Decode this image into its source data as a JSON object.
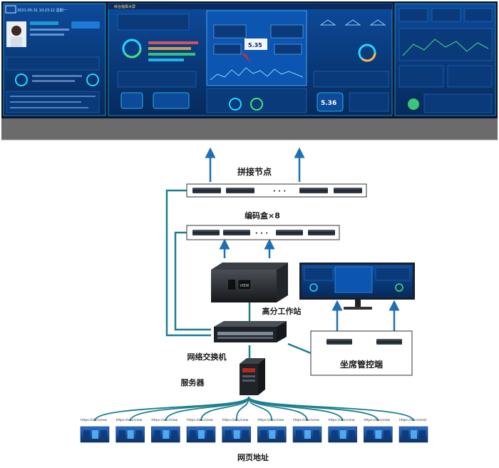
{
  "wall_screen": {
    "title_tag": "综合指挥大屏",
    "big_reading": "5.36",
    "small_reading": "5.35",
    "date_text": "2021-05-31 10:23:12 星期一",
    "colors": {
      "bezel": "#0b1530",
      "panel": "#0a3a7a",
      "accent": "#2ad4ff",
      "band": "#6b6b6b"
    }
  },
  "diagram": {
    "splice_nodes_label": "拼接节点",
    "encoders_label": "编码盒×8",
    "workstation_label": "高分工作站",
    "switch_label": "网络交换机",
    "server_label": "服务器",
    "seat_control_label": "坐席管控端",
    "web_address_label": "网页地址",
    "ellipsis": "· · ·",
    "url_fragment": "https://abc/view",
    "url_fragment_last": "https://abc/view/",
    "colors": {
      "line": "#1a7f8e",
      "arrow": "#1f6fb5",
      "box_border": "#333333"
    }
  },
  "icons": [
    "monitor-icon",
    "workstation-icon",
    "network-switch-icon",
    "server-tower-icon",
    "encoder-device-icon",
    "display-thumbnail-icon",
    "arrow-up-icon"
  ]
}
